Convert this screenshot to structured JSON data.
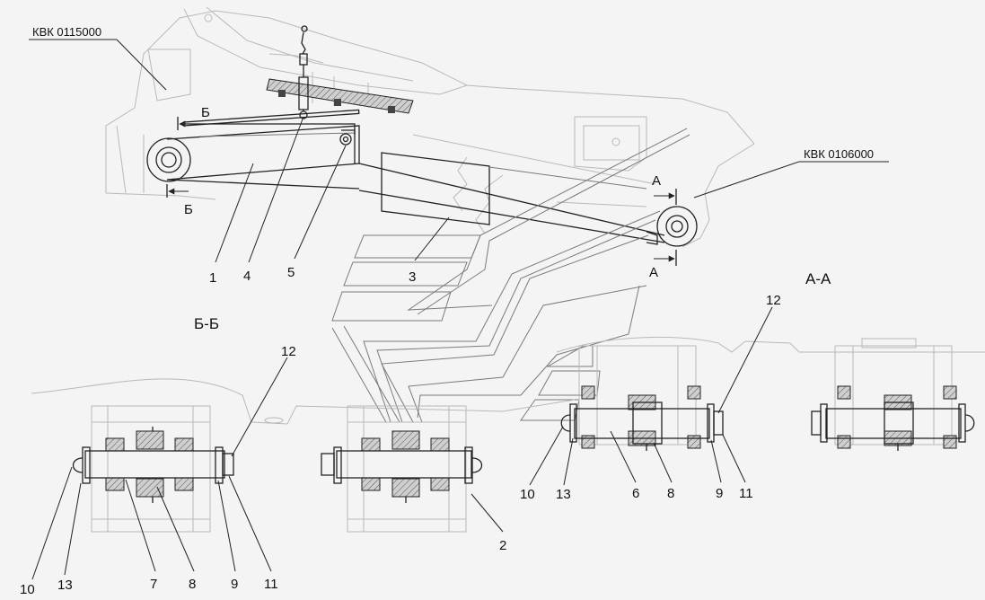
{
  "drawing": {
    "references": {
      "left_assembly": "КВК 0115000",
      "right_assembly": "КВК 0106000"
    },
    "section_titles": {
      "section_bb": "Б-Б",
      "section_aa": "А-А"
    },
    "cut_markers": {
      "b_top": "Б",
      "b_bottom": "Б",
      "a_top": "А",
      "a_bottom": "А"
    },
    "callouts": {
      "main_1": "1",
      "main_4": "4",
      "main_5": "5",
      "main_3": "3",
      "bb_12": "12",
      "bb_2": "2",
      "bb_10": "10",
      "bb_13": "13",
      "bb_7": "7",
      "bb_8": "8",
      "bb_9": "9",
      "bb_11": "11",
      "aa_12": "12",
      "aa_10": "10",
      "aa_13": "13",
      "aa_6": "6",
      "aa_8": "8",
      "aa_9": "9",
      "aa_11": "11"
    }
  }
}
